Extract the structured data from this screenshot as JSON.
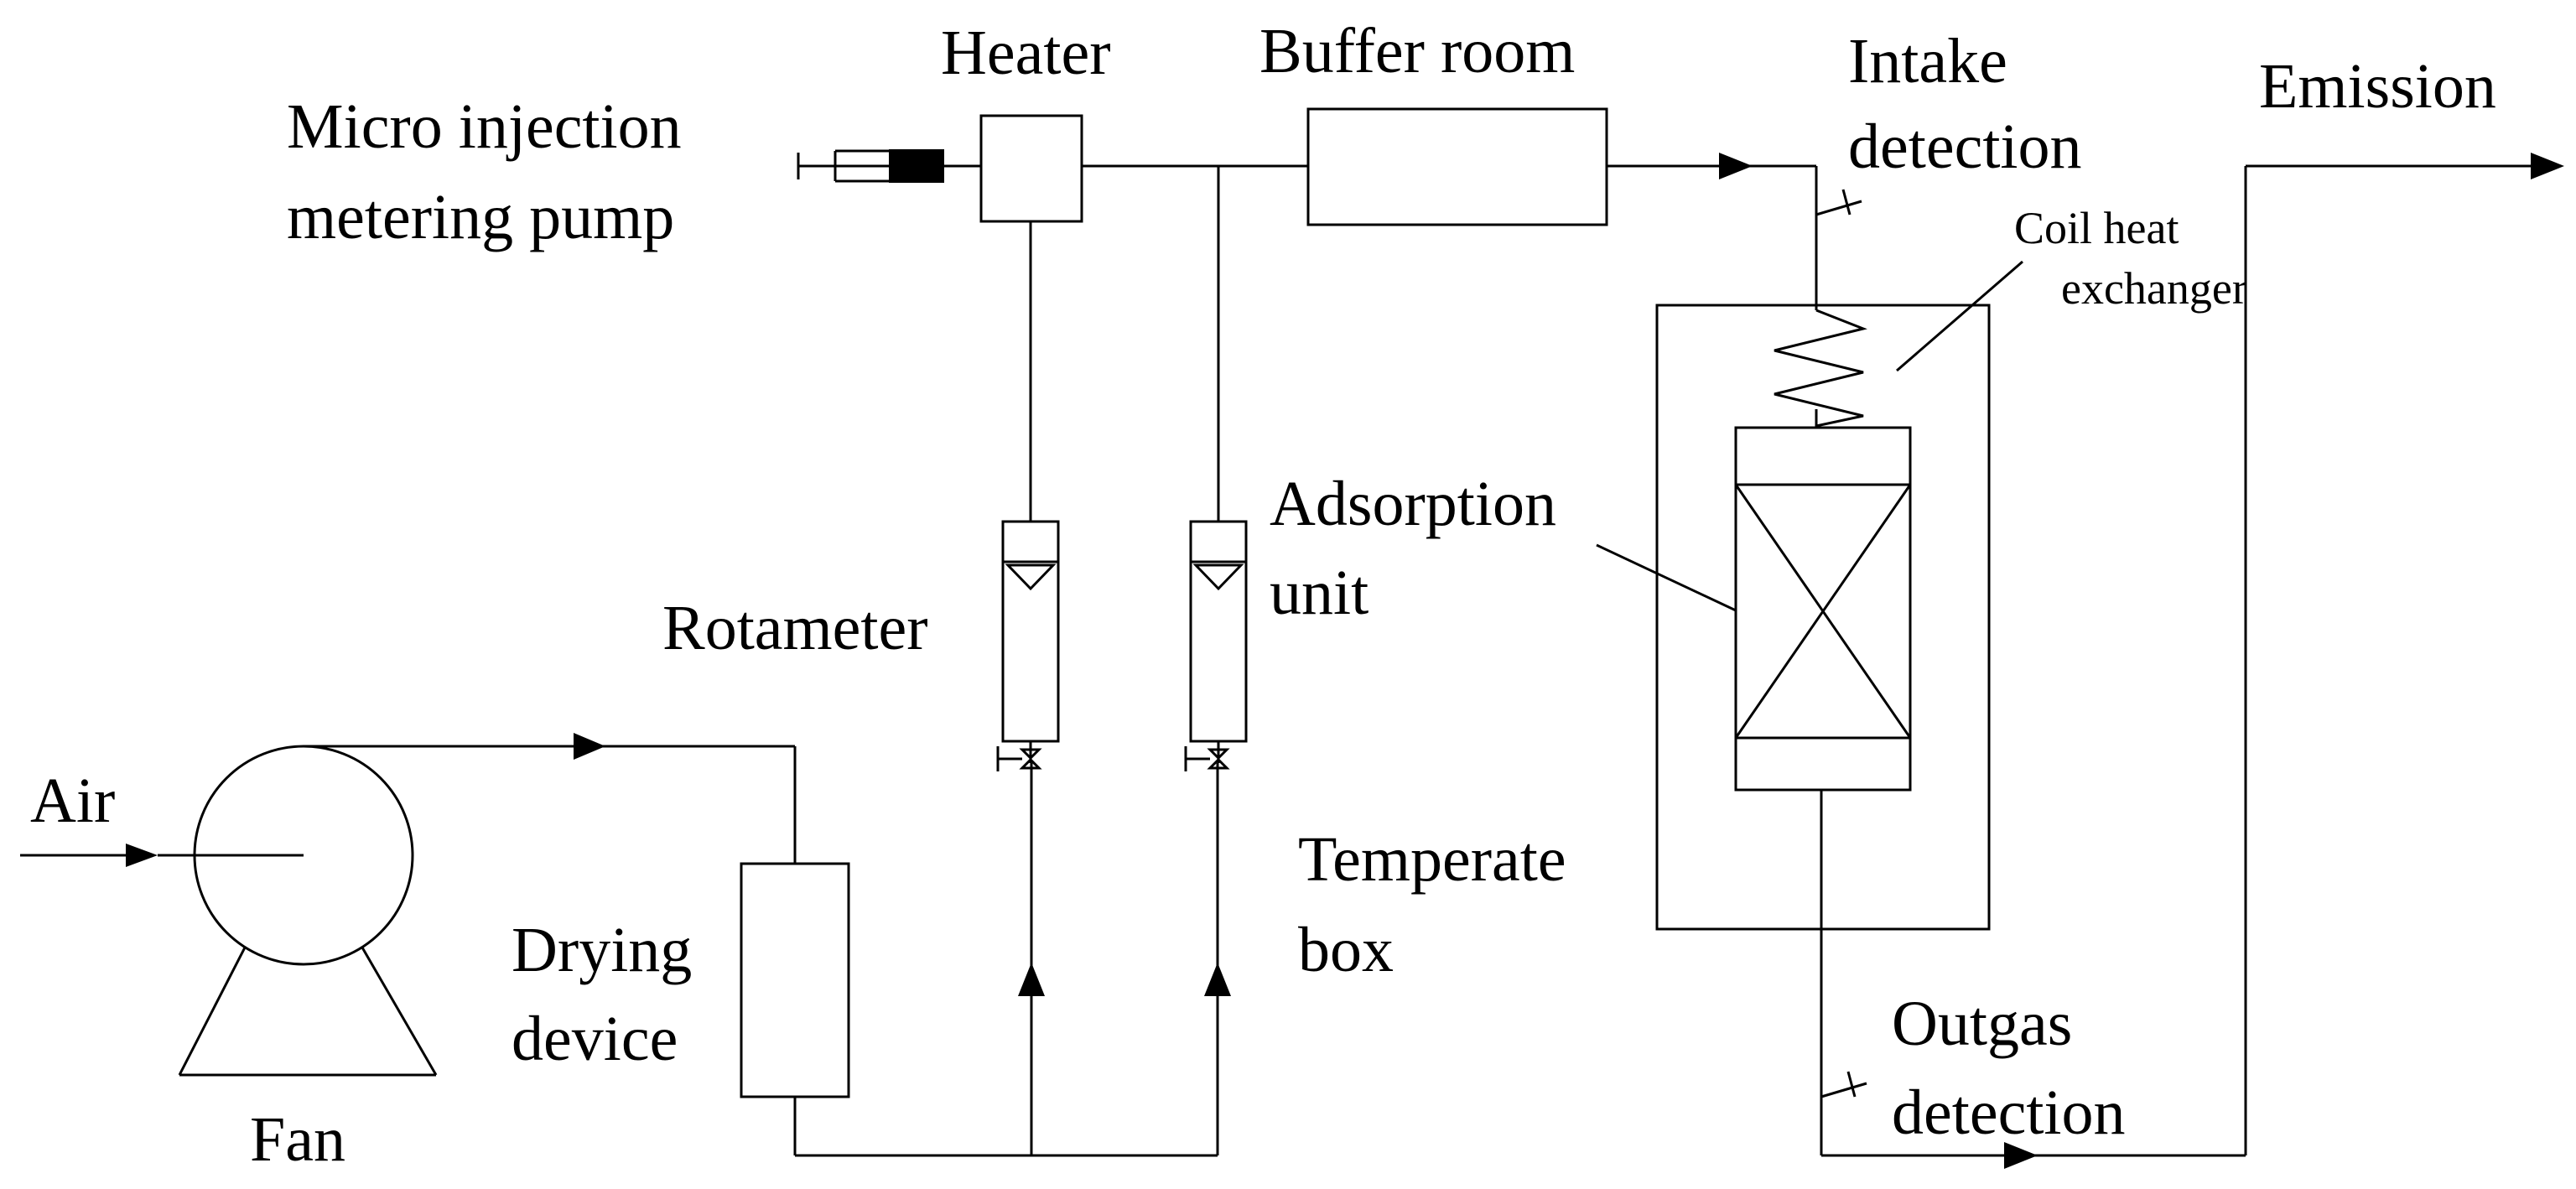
{
  "labels": {
    "heater": "Heater",
    "buffer_room": "Buffer room",
    "intake_detection_1": "Intake",
    "intake_detection_2": "detection",
    "emission": "Emission",
    "pump_1": "Micro injection",
    "pump_2": "metering pump",
    "coil_1": "Coil heat",
    "coil_2": "exchanger",
    "adsorption_1": "Adsorption",
    "adsorption_2": "unit",
    "rotameter": "Rotameter",
    "air": "Air",
    "temperate_1": "Temperate",
    "temperate_2": "box",
    "drying_1": "Drying",
    "drying_2": "device",
    "outgas_1": "Outgas",
    "outgas_2": "detection",
    "fan": "Fan"
  },
  "colors": {
    "stroke": "#000000",
    "background": "#ffffff"
  }
}
